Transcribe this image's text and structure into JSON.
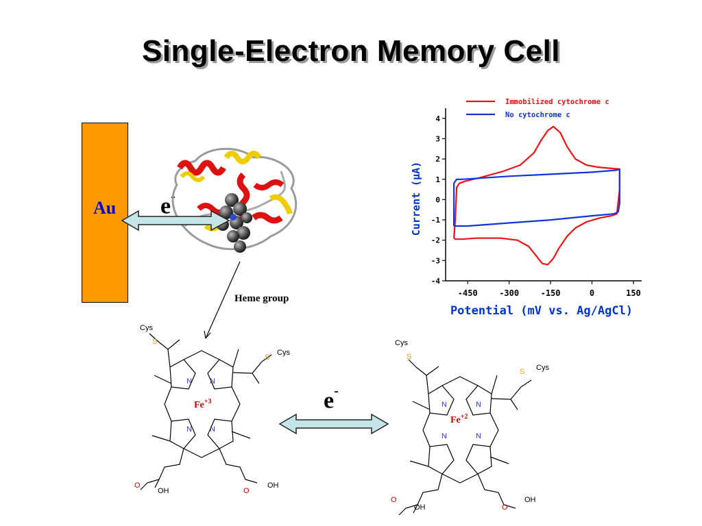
{
  "title": "Single-Electron Memory Cell",
  "electrode_label": "Au",
  "electron_label": "e",
  "electron_charge": "-",
  "heme_label": "Heme group",
  "molecule_left": {
    "substituent": "Cys",
    "sulfur": "S",
    "nitrogen": "N",
    "iron": "Fe",
    "iron_charge": "+3",
    "oxygen": "O",
    "hydroxyl": "OH"
  },
  "molecule_right": {
    "substituent": "Cys",
    "sulfur": "S",
    "nitrogen": "N",
    "iron": "Fe",
    "iron_charge": "+2",
    "oxygen": "O",
    "hydroxyl": "OH"
  },
  "colors": {
    "title_shadow": "#9a9a9a",
    "electrode": "#ff9900",
    "au_text": "#0000cc",
    "arrow_fill": "#c6e5e8",
    "iron_text": "#cc0000",
    "sulfur": "#e0a020",
    "nitrogen": "#3333cc",
    "oxygen": "#cc0000",
    "cv_red": "#ee1111",
    "cv_blue": "#1133dd",
    "axis_label_blue": "#0033cc"
  },
  "chart_data": {
    "type": "line",
    "title": "",
    "xlabel": "Potential (mV vs. Ag/AgCl)",
    "ylabel": "Current (μA)",
    "xlim": [
      -530,
      170
    ],
    "ylim": [
      -4,
      4.5
    ],
    "xticks": [
      "-450",
      "-300",
      "-150",
      "0",
      "150"
    ],
    "xtick_values": [
      -450,
      -300,
      -150,
      0,
      150
    ],
    "yticks": [
      "4",
      "3",
      "2",
      "1",
      "0",
      "-1",
      "-2",
      "-3",
      "-4"
    ],
    "ytick_values": [
      4,
      3,
      2,
      1,
      0,
      -1,
      -2,
      -3,
      -4
    ],
    "legend_position": "top",
    "series": [
      {
        "name": "Immobilized cytochrome c",
        "color": "#ee1111",
        "x": [
          -500,
          -495,
          -490,
          -480,
          -460,
          -400,
          -320,
          -260,
          -210,
          -185,
          -160,
          -140,
          -115,
          -90,
          -60,
          -20,
          20,
          60,
          100,
          100,
          90,
          70,
          30,
          -20,
          -60,
          -90,
          -120,
          -140,
          -160,
          -180,
          -200,
          -230,
          -270,
          -330,
          -420,
          -470,
          -495,
          -500
        ],
        "y": [
          -1.9,
          -1.0,
          0.6,
          0.8,
          0.9,
          1.1,
          1.4,
          1.7,
          2.3,
          2.9,
          3.4,
          3.6,
          3.3,
          2.6,
          2.0,
          1.7,
          1.6,
          1.55,
          1.5,
          0.5,
          -0.7,
          -0.8,
          -0.9,
          -1.1,
          -1.4,
          -1.8,
          -2.4,
          -2.9,
          -3.2,
          -3.15,
          -2.8,
          -2.3,
          -2.0,
          -1.9,
          -1.9,
          -1.95,
          -1.95,
          -1.9
        ]
      },
      {
        "name": "No cytochrome c",
        "color": "#1133dd",
        "x": [
          -500,
          -500,
          -490,
          -470,
          -300,
          -150,
          0,
          90,
          100,
          100,
          95,
          80,
          0,
          -150,
          -300,
          -450,
          -495,
          -500
        ],
        "y": [
          -1.3,
          0.8,
          1.0,
          1.0,
          1.15,
          1.25,
          1.35,
          1.45,
          1.5,
          -0.2,
          -0.6,
          -0.7,
          -0.8,
          -1.0,
          -1.15,
          -1.3,
          -1.3,
          -1.3
        ]
      }
    ]
  }
}
